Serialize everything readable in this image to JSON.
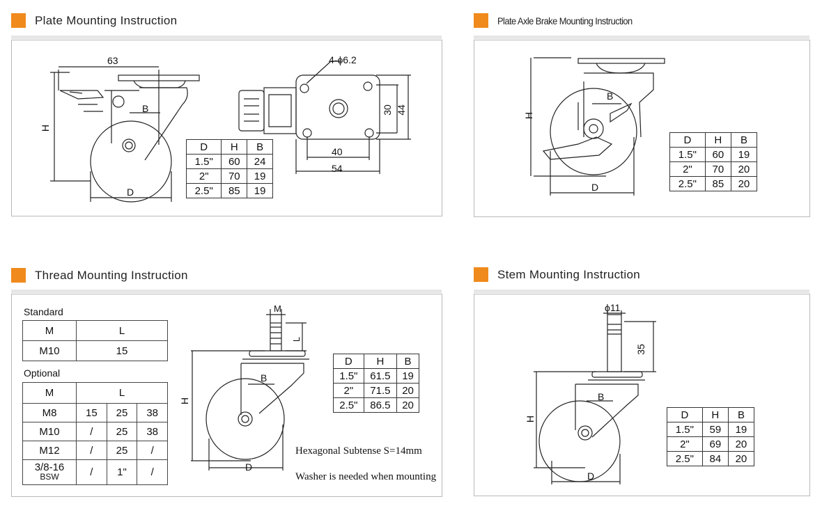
{
  "sections": {
    "plate": {
      "title": "Plate Mounting Instruction",
      "labels": {
        "dim63": "63",
        "hole_spec": "4-",
        "hole_dia": "6.2",
        "h": "H",
        "b": "B",
        "d": "D",
        "dim30": "30",
        "dim44": "44",
        "dim40": "40",
        "dim54": "54"
      },
      "table": {
        "headers": [
          "D",
          "H",
          "B"
        ],
        "rows": [
          [
            "1.5\"",
            "60",
            "24"
          ],
          [
            "2\"",
            "70",
            "19"
          ],
          [
            "2.5\"",
            "85",
            "19"
          ]
        ]
      }
    },
    "brake": {
      "title": "Plate Axle Brake Mounting Instruction",
      "labels": {
        "h": "H",
        "b": "B",
        "d": "D"
      },
      "table": {
        "headers": [
          "D",
          "H",
          "B"
        ],
        "rows": [
          [
            "1.5\"",
            "60",
            "19"
          ],
          [
            "2\"",
            "70",
            "20"
          ],
          [
            "2.5\"",
            "85",
            "20"
          ]
        ]
      }
    },
    "thread": {
      "title": "Thread Mounting Instruction",
      "standard_label": "Standard",
      "standard": {
        "headers": [
          "M",
          "L"
        ],
        "rows": [
          [
            "M10",
            "15"
          ]
        ]
      },
      "optional_label": "Optional",
      "optional": {
        "headers": [
          "M",
          "L"
        ],
        "rows": [
          [
            "M8",
            "15",
            "25",
            "38"
          ],
          [
            "M10",
            "/",
            "25",
            "38"
          ],
          [
            "M12",
            "/",
            "25",
            "/"
          ],
          [
            "3/8-16",
            "/",
            "1\"",
            "/"
          ]
        ],
        "row4_sub": "BSW"
      },
      "labels": {
        "m": "M",
        "l": "L",
        "h": "H",
        "b": "B",
        "d": "D"
      },
      "table": {
        "headers": [
          "D",
          "H",
          "B"
        ],
        "rows": [
          [
            "1.5\"",
            "61.5",
            "19"
          ],
          [
            "2\"",
            "71.5",
            "20"
          ],
          [
            "2.5\"",
            "86.5",
            "20"
          ]
        ]
      },
      "note1": "Hexagonal Subtense S=14mm",
      "note2": "Washer is needed when mounting"
    },
    "stem": {
      "title": "Stem Mounting Instruction",
      "labels": {
        "dia": "11",
        "dim35": "35",
        "h": "H",
        "b": "B",
        "d": "D"
      },
      "table": {
        "headers": [
          "D",
          "H",
          "B"
        ],
        "rows": [
          [
            "1.5\"",
            "59",
            "19"
          ],
          [
            "2\"",
            "69",
            "20"
          ],
          [
            "2.5\"",
            "84",
            "20"
          ]
        ]
      }
    }
  },
  "colors": {
    "accent": "#f08a1c",
    "rule": "#e6e6e6",
    "border": "#b9b9b9"
  }
}
